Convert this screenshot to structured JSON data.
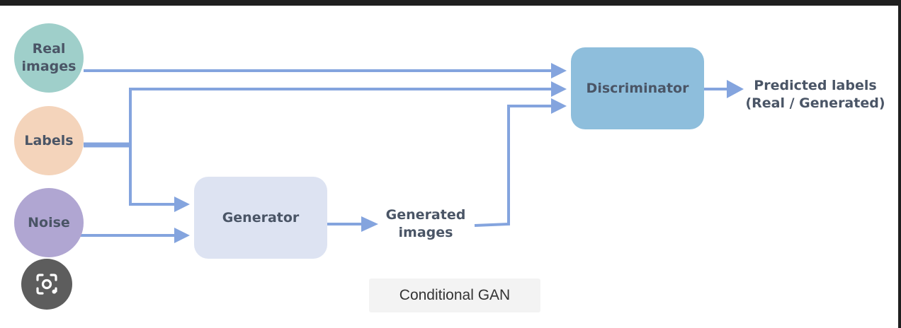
{
  "nodes": {
    "real_images": "Real images",
    "labels": "Labels",
    "noise": "Noise",
    "generator": "Generator",
    "discriminator": "Discriminator",
    "generated_images": "Generated images",
    "predicted_labels_line1": "Predicted labels",
    "predicted_labels_line2": "(Real / Generated)"
  },
  "caption": "Conditional GAN",
  "overlay": {
    "icon": "camera-search-icon"
  },
  "colors": {
    "arrow": "#84a4de",
    "real_images": "#9fcfca",
    "labels": "#f4d4bb",
    "noise": "#b0a6d2",
    "generator": "#dde3f2",
    "discriminator": "#8ebedc",
    "text": "#4a5566"
  }
}
